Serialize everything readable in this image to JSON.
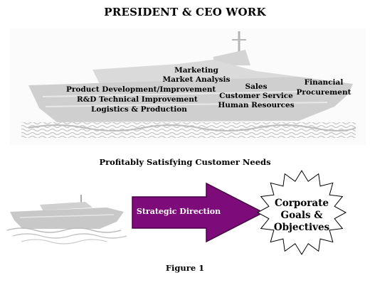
{
  "title": "PRESIDENT & CEO  WORK",
  "ship_functions": {
    "marketing": "Marketing",
    "market_analysis": "Market Analysis",
    "product_development": "Product Development/Improvement",
    "rd": "R&D Technical Improvement",
    "logistics": "Logistics & Production",
    "sales": "Sales",
    "customer_service": "Customer Service",
    "human_resources": "Human Resources",
    "financial": "Financial",
    "procurement": "Procurement"
  },
  "subtitle": "Profitably Satisfying Customer Needs",
  "arrow_label": "Strategic Direction",
  "goal": {
    "line1": "Corporate",
    "line2": "Goals &",
    "line3": "Objectives"
  },
  "caption": "Figure  1",
  "colors": {
    "ship": "#cfcfcf",
    "ship_dark": "#a8a8a8",
    "arrow": "#7d0b79",
    "arrow_dark": "#4a0048"
  }
}
